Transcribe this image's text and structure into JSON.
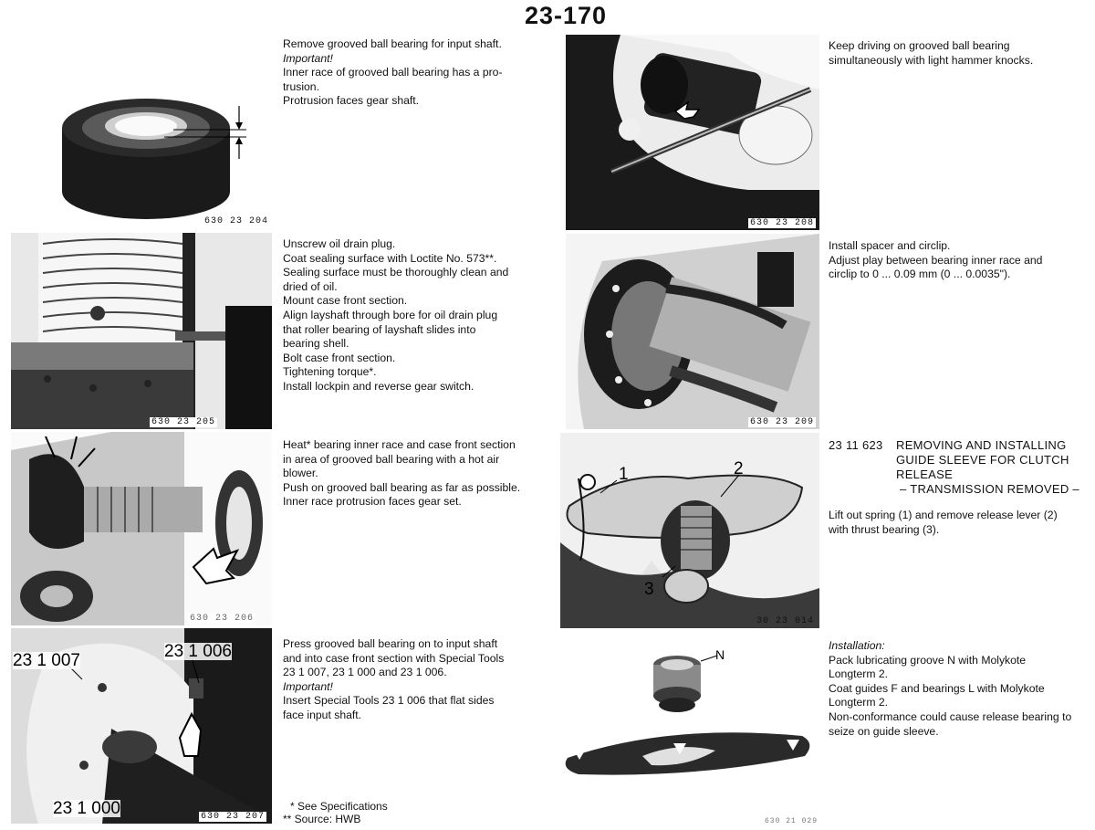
{
  "page_number": "23-170",
  "photos": {
    "p1": {
      "id": "630 23 204"
    },
    "p2": {
      "id": "630 23 205"
    },
    "p3": {
      "id": "630 23 206"
    },
    "p4": {
      "id": "630 23 207",
      "callouts": [
        "23 1 007",
        "23 1 006",
        "23 1 000"
      ]
    },
    "p5": {
      "id": "630 23 208"
    },
    "p6": {
      "id": "630 23 209"
    },
    "p7": {
      "id": "30 23 014",
      "callouts": [
        "1",
        "2",
        "3"
      ]
    },
    "p8": {
      "id": "630 21 029",
      "callouts": [
        "N"
      ]
    }
  },
  "left_column": {
    "block1": [
      "Remove grooved ball bearing for input shaft.",
      "Important!",
      "Inner race of grooved ball bearing has a pro-",
      "trusion.",
      "Protrusion faces gear shaft."
    ],
    "block2": [
      "Unscrew oil drain plug.",
      "Coat sealing surface with Loctite No. 573**.",
      "Sealing surface must be thoroughly clean and",
      "dried of oil.",
      "Mount case front section.",
      "Align layshaft through bore for oil drain plug",
      "that roller bearing of layshaft slides into",
      "bearing shell.",
      "Bolt case front section.",
      "Tightening torque*.",
      "Install lockpin and reverse gear switch."
    ],
    "block3": [
      "Heat* bearing inner race and case front section",
      "in area of grooved ball bearing with a hot air",
      "blower.",
      "Push on grooved ball bearing as far as possible.",
      "Inner race protrusion faces gear set."
    ],
    "block4": [
      "Press grooved ball bearing on to input shaft",
      "and into case front section with Special Tools",
      "23 1 007, 23 1 000 and 23 1 006.",
      "Important!",
      "Insert Special Tools 23 1 006 that flat sides",
      "face input shaft."
    ],
    "footnotes": [
      "* See Specifications",
      "** Source: HWB"
    ]
  },
  "right_column": {
    "block5": [
      "Keep driving on grooved ball bearing",
      "simultaneously with light hammer knocks."
    ],
    "block6": [
      "Install spacer and circlip.",
      "Adjust play between bearing inner race and",
      "circlip to 0 ... 0.09 mm (0 ... 0.0035\")."
    ],
    "section": {
      "code": "23 11 623",
      "title": [
        "REMOVING AND INSTALLING",
        "GUIDE SLEEVE FOR CLUTCH",
        "RELEASE",
        "– TRANSMISSION REMOVED –"
      ]
    },
    "block7": [
      "Lift out spring (1) and remove release lever (2)",
      "with thrust bearing (3)."
    ],
    "block8": [
      "Installation:",
      "Pack lubricating groove N with Molykote",
      "Longterm 2.",
      "Coat guides F and bearings L with Molykote",
      "Longterm 2.",
      "Non-conformance could cause release bearing to",
      "seize on guide sleeve."
    ]
  }
}
